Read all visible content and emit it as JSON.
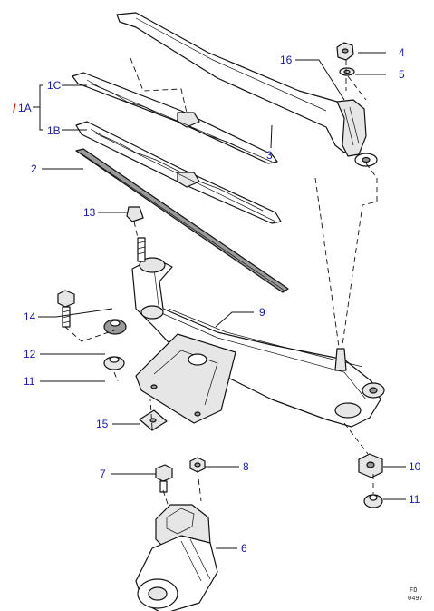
{
  "colors": {
    "callout": "#1a1aa6",
    "marker": "#d41a1a",
    "ink": "#111111"
  },
  "labels": {
    "l1A": "1A",
    "l1C": "1C",
    "l1B": "1B",
    "l2": "2",
    "l3": "3",
    "l4": "4",
    "l5": "5",
    "l6": "6",
    "l7": "7",
    "l8": "8",
    "l9": "9",
    "l10": "10",
    "l11a": "11",
    "l11b": "11",
    "l12": "12",
    "l13": "13",
    "l14": "14",
    "l15": "15",
    "l16": "16"
  },
  "marker_glyph": "/",
  "ref_code": {
    "line1": "FD",
    "line2": "0497"
  }
}
